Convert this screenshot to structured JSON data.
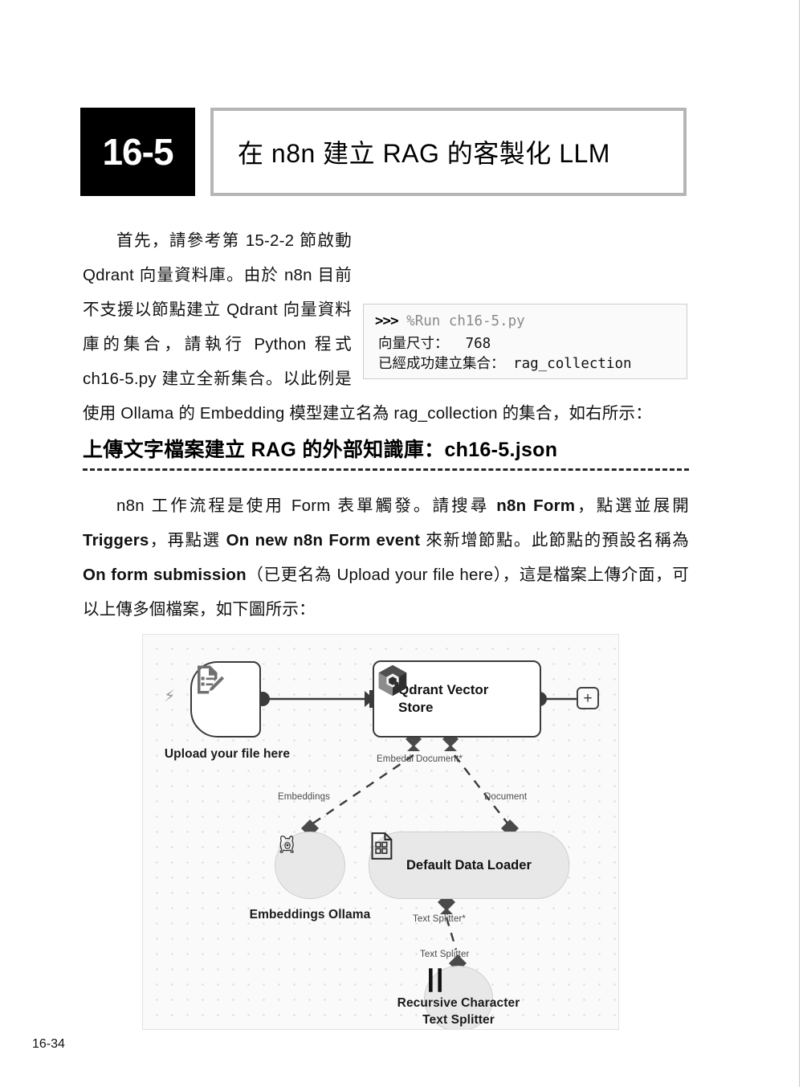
{
  "page": {
    "number": "16-34"
  },
  "section": {
    "number": "16-5",
    "title": "在 n8n 建立 RAG 的客製化 LLM"
  },
  "paragraph1": {
    "part_a": "首先，請參考第 15-2-2 節啟動 Qdrant 向量資料庫。由於 n8n 目前不支援以節點建立 Qdrant 向量資料庫的集合，請執行 Python 程式 ch16-5.py 建立全新集合。以此例是使用 Ollama 的 Embedding 模型建立名為 rag_collection 的集合，如右所示："
  },
  "code_box": {
    "prompt": ">>>",
    "command": "%Run ch16-5.py",
    "line1": "向量尺寸：  768",
    "line2": "已經成功建立集合： rag_collection"
  },
  "subheading": {
    "text": "上傳文字檔案建立 RAG 的外部知識庫：ch16-5.json"
  },
  "paragraph2": {
    "s1": "n8n 工作流程是使用 Form 表單觸發。請搜尋 ",
    "b1": "n8n Form",
    "s2": "，點選並展開 ",
    "b2": "Triggers",
    "s3": "，再點選 ",
    "b3": "On new n8n Form event",
    "s4": " 來新增節點。此節點的預設名稱為 ",
    "b4": "On form submission",
    "s5": "（已更名為 Upload your file here），這是檔案上傳介面，可以上傳多個檔案，如下圖所示："
  },
  "workflow": {
    "nodes": [
      {
        "id": "trigger",
        "label": "Upload your file here",
        "icon": "form-pencil-icon"
      },
      {
        "id": "vectorstore",
        "label": "Qdrant Vector Store",
        "icon": "qdrant-cube-icon"
      },
      {
        "id": "embeddings",
        "label": "Embeddings Ollama",
        "icon": "llama-icon"
      },
      {
        "id": "dataloader",
        "label": "Default Data Loader",
        "icon": "binary-document-icon"
      },
      {
        "id": "splitter",
        "label": "Recursive Character Text Splitter",
        "label_line1": "Recursive Character",
        "label_line2": "Text Splitter",
        "icon": "pause-bars-icon"
      }
    ],
    "connection_labels": {
      "embeddings_port": "Embeddi",
      "document_port": "Document*",
      "embeddings_target": "Embeddings",
      "document_target": "Document",
      "splitter_port": "Text Splitter*",
      "splitter_target": "Text Splitter"
    },
    "add_button": "+",
    "trigger_bolt": "⚡"
  }
}
